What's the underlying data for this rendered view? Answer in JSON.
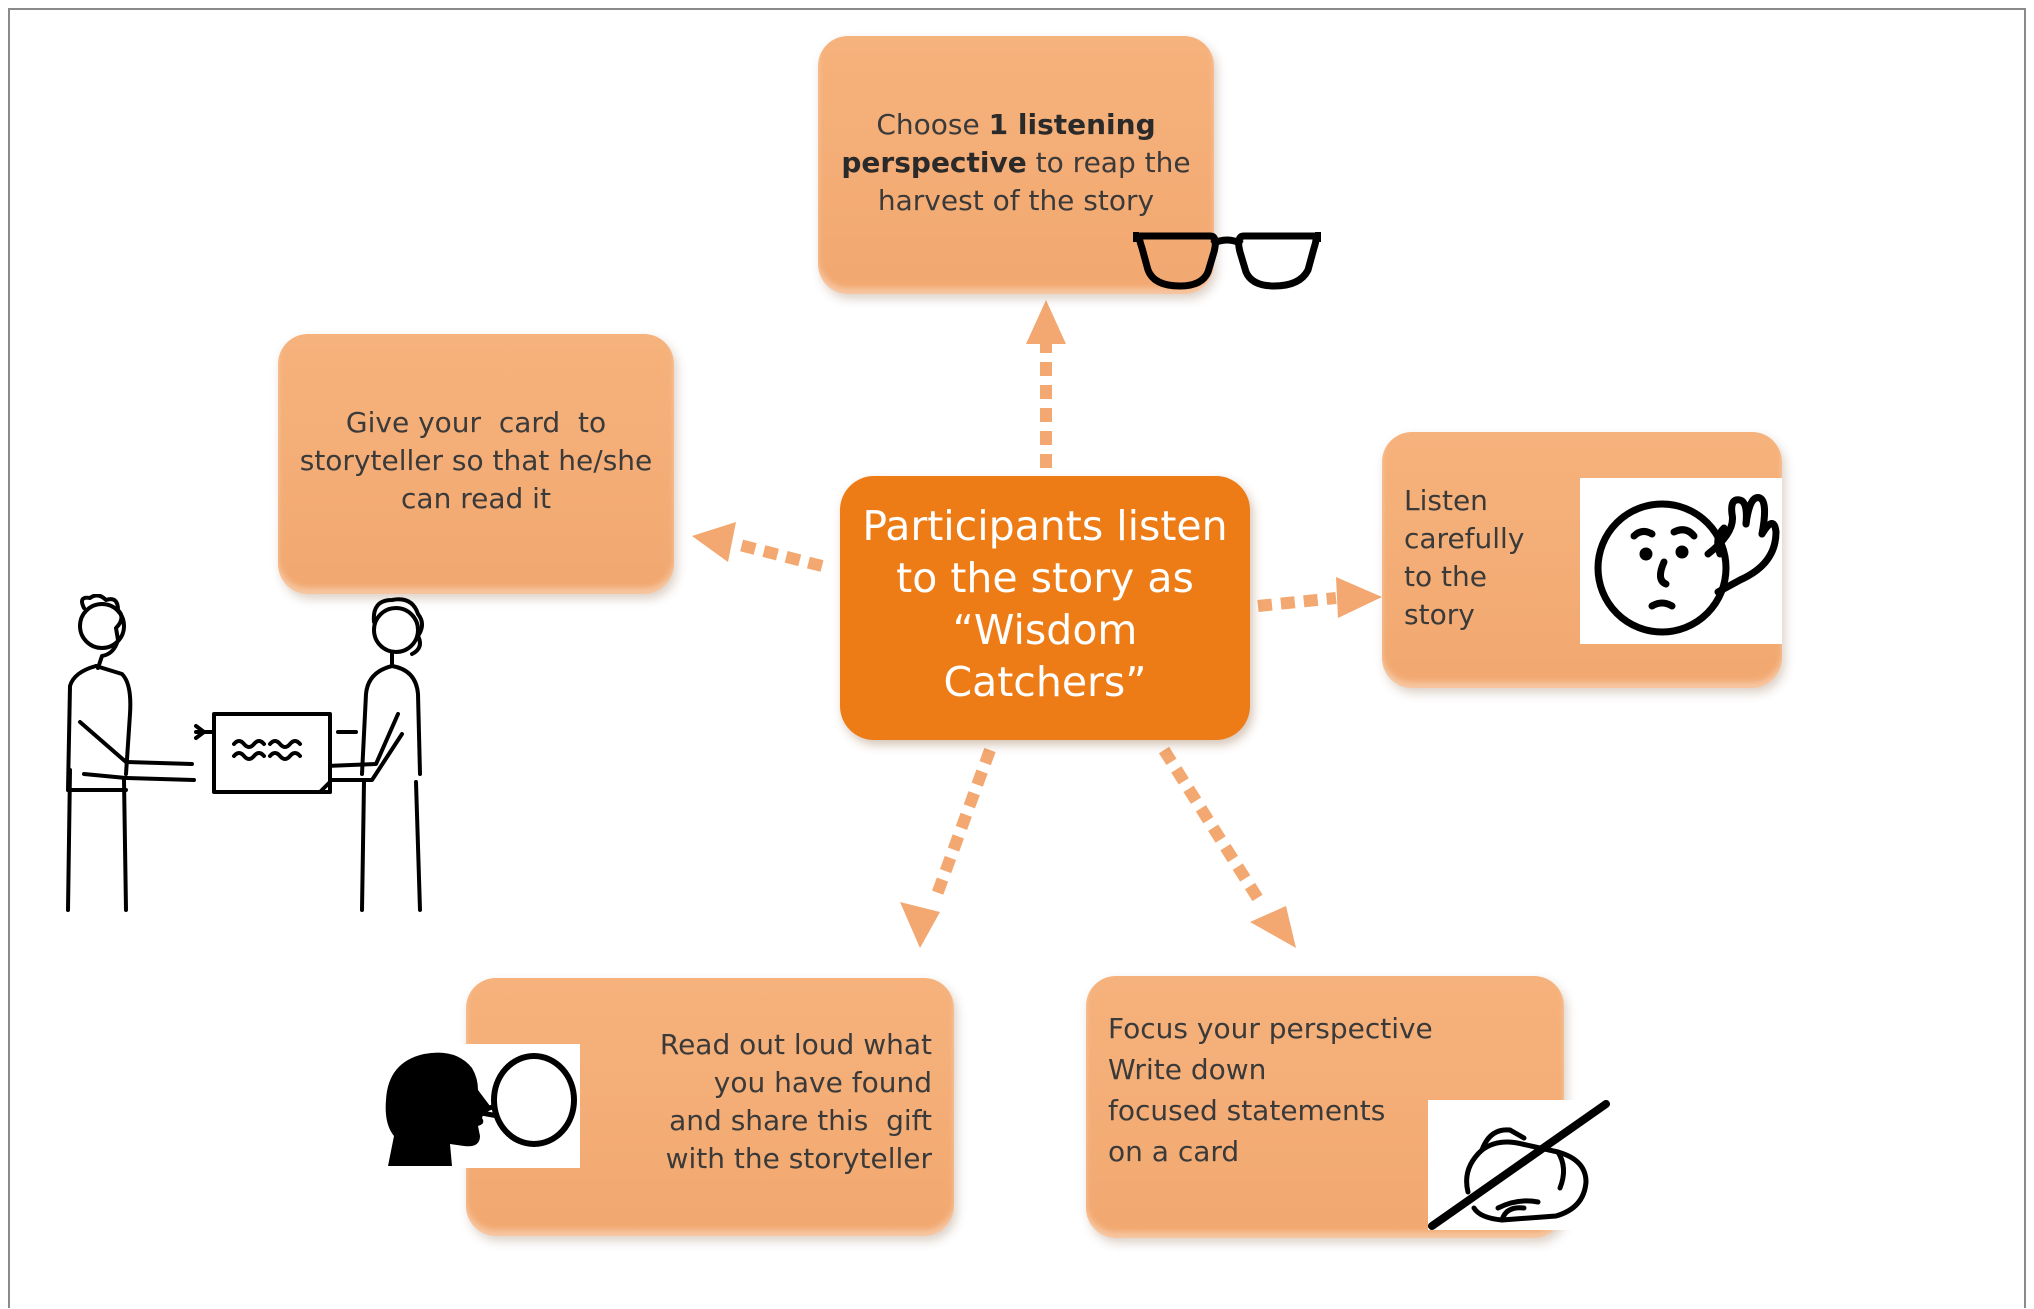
{
  "center": {
    "line1": "Participants listen",
    "line2": "to the story as",
    "line3": "“Wisdom",
    "line4": "Catchers”"
  },
  "top_box": {
    "pre": "Choose ",
    "bold": "1 listening perspective",
    "post": " to reap the harvest of the story"
  },
  "left_box": {
    "line1": "Give your  card  to",
    "line2": "storyteller so that he/she",
    "line3": "can read it"
  },
  "right_box": {
    "line1": "Listen",
    "line2": "carefully",
    "line3": "to the",
    "line4": "story"
  },
  "bottom_left_box": {
    "line1": "Read out loud what",
    "line2": "you have found",
    "line3": "and share this  gift",
    "line4": "with the storyteller"
  },
  "bottom_right_box": {
    "line1": "Focus your perspective",
    "line2": "Write down",
    "line3": "focused statements",
    "line4": "on a card"
  },
  "colors": {
    "box_fill": "#f4ad74",
    "center_fill": "#ee7c16",
    "arrow": "#f2a870",
    "text": "#3a3a3a"
  },
  "icons": [
    "glasses-icon",
    "listening-face-icon",
    "speaking-head-icon",
    "writing-hand-icon",
    "card-exchange-illustration"
  ]
}
